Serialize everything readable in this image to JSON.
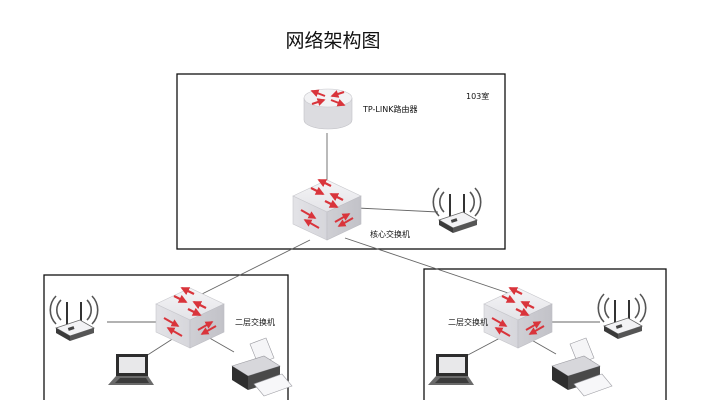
{
  "title": "网络架构图",
  "core_room": {
    "room_label": "103室",
    "router_label": "TP-LINK路由器",
    "core_switch_label": "核心交换机"
  },
  "left_floor": {
    "switch_label": "二层交换机"
  },
  "right_floor": {
    "switch_label": "二层交换机"
  },
  "colors": {
    "arrow": "#d9343b",
    "device_body": "#e9e9ec",
    "device_shadow": "#c9c9ce",
    "frame": "#111111",
    "link": "#666666"
  },
  "icons": [
    "router-icon",
    "switch-icon",
    "wireless-ap-icon",
    "laptop-icon",
    "printer-icon"
  ]
}
